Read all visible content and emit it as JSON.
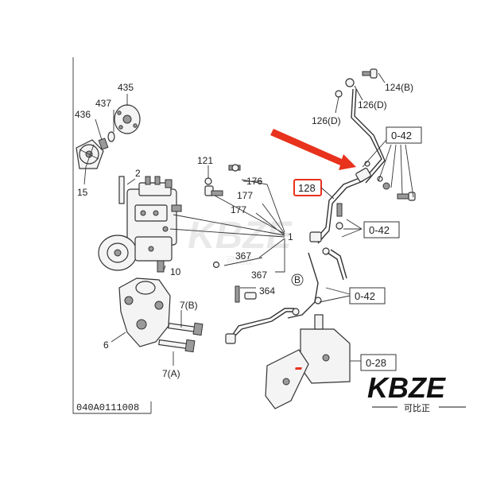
{
  "diagram": {
    "labels": {
      "l435": "435",
      "l437": "437",
      "l436": "436",
      "l15": "15",
      "l2": "2",
      "l121": "121",
      "l176": "176",
      "l177a": "177",
      "l177b": "177",
      "l1": "1",
      "l367a": "367",
      "l367b": "367",
      "l364": "364",
      "l10": "10",
      "l7b": "7(B)",
      "l7a": "7(A)",
      "l6": "6",
      "l124b": "124(B)",
      "l126d_right": "126(D)",
      "l126d_left": "126(D)",
      "lB": "B"
    },
    "refs": {
      "o42_top": "0-42",
      "o42_mid": "0-42",
      "o42_low": "0-42",
      "o28": "0-28"
    },
    "highlight": {
      "label": "128",
      "color": "#e8321e"
    },
    "figure_code": "040A0111008",
    "watermark": {
      "text": "KBZE",
      "subtext": "可比正",
      "color": "#111111",
      "accent": "#e8321e"
    }
  }
}
